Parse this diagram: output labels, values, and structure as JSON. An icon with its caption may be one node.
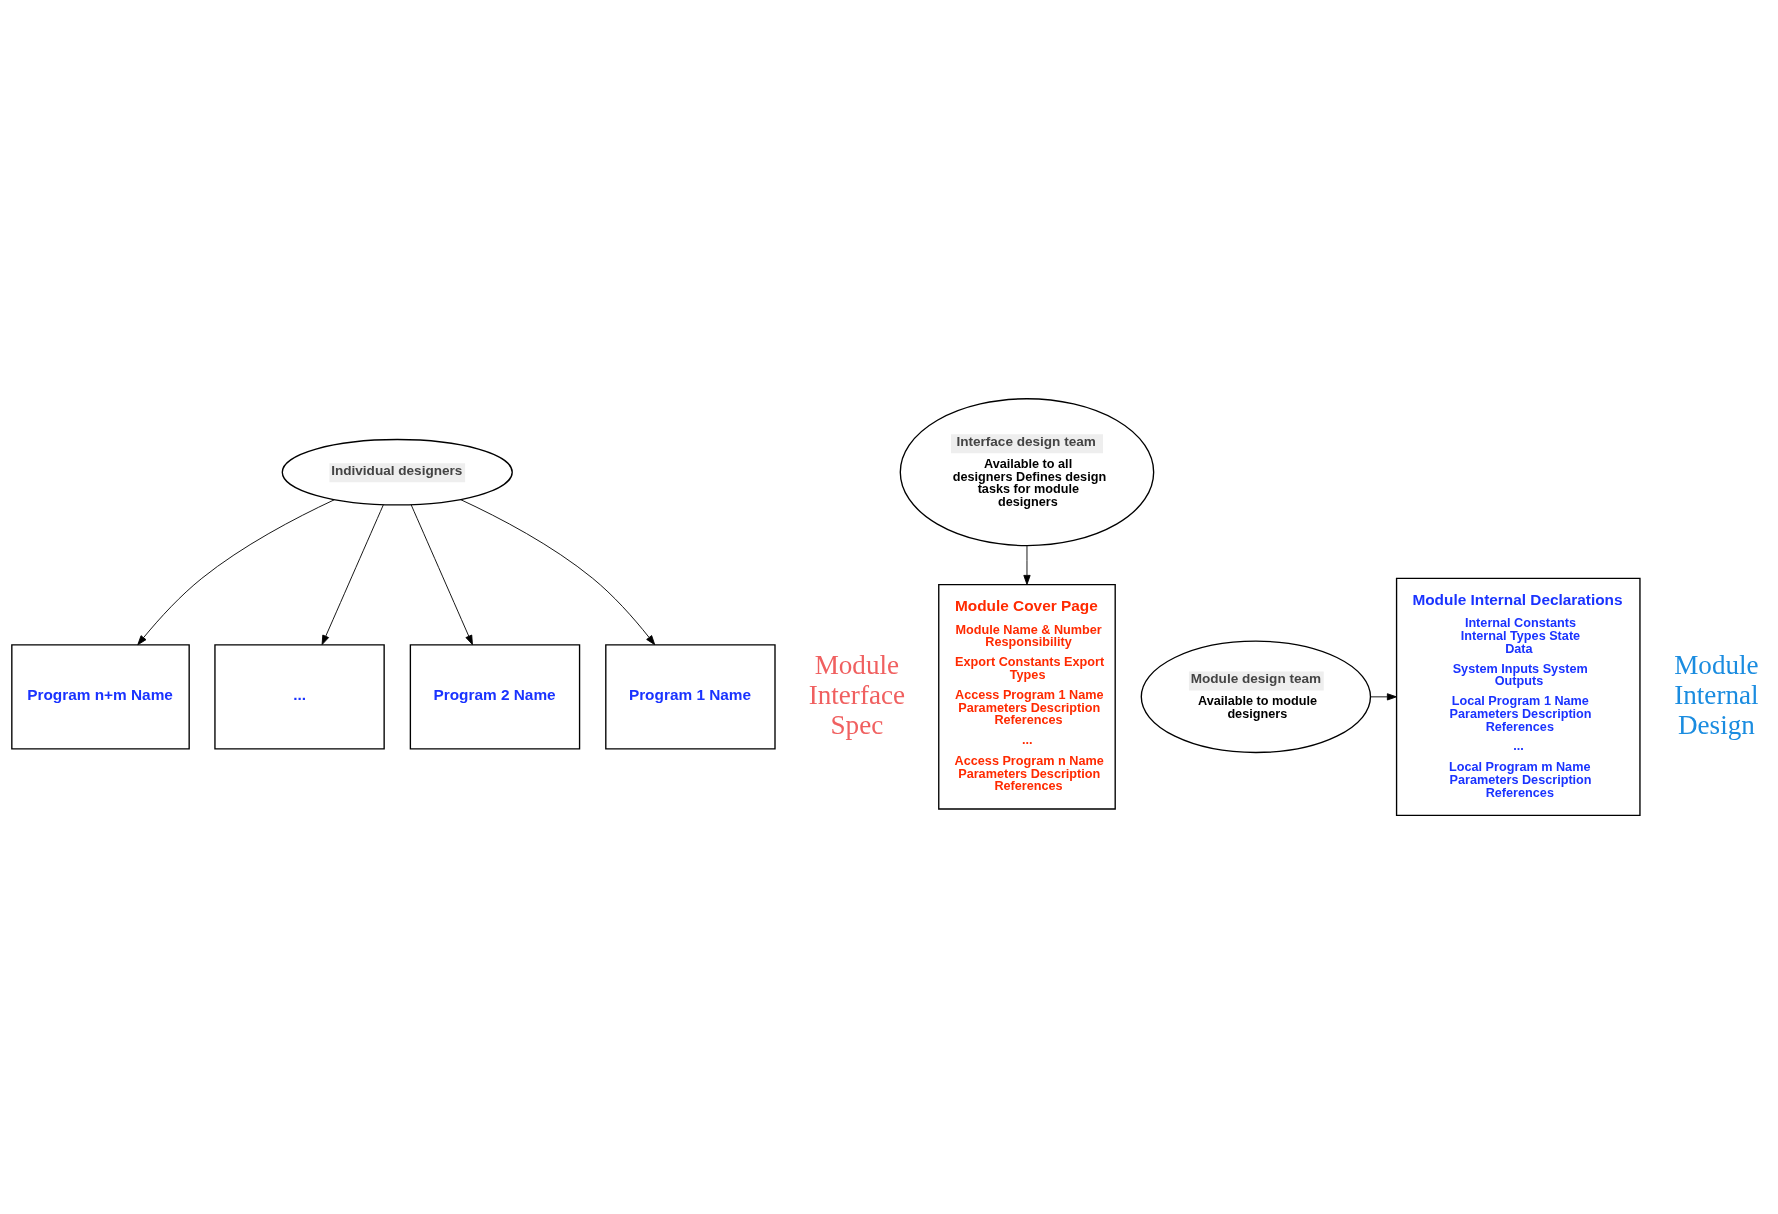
{
  "diagram": {
    "nodes": [
      {
        "text": [
          "Individual designers"
        ]
      },
      {
        "text": [
          "Interface design team",
          "Available to all designers Defines design tasks for module designers"
        ]
      },
      {
        "text": [
          "Program n+m Name"
        ]
      },
      {
        "text": [
          "..."
        ]
      },
      {
        "text": [
          "Program 2 Name"
        ]
      },
      {
        "text": [
          "Program 1 Name"
        ]
      },
      {
        "text": [
          "Module Internal Declarations",
          "Internal Constants Internal Types State Data",
          "System Inputs System Outputs",
          "Local Program 1 Name Parameters Description References",
          "...",
          "Local Program m Name Parameters Description References"
        ]
      },
      {
        "text": [
          "Module Cover Page",
          "Module Name & Number Responsibility",
          "Export Constants Export Types",
          "Access Program 1 Name Parameters Description References",
          "...",
          "Access Program n Name Parameters Description References"
        ]
      },
      {
        "text": [
          "Module design team",
          "Available to module designers"
        ]
      }
    ],
    "edges": [
      {
        "from": 0,
        "to": 2,
        "arrow": "to"
      },
      {
        "from": 0,
        "to": 3,
        "arrow": "to"
      },
      {
        "from": 0,
        "to": 4,
        "arrow": "to"
      },
      {
        "from": 0,
        "to": 5,
        "arrow": "to"
      },
      {
        "from": 1,
        "to": 7,
        "arrow": "to"
      },
      {
        "from": 8,
        "to": 6,
        "arrow": "to"
      }
    ],
    "labels": [
      "Module Interface Spec",
      "Module Internal Design"
    ]
  }
}
